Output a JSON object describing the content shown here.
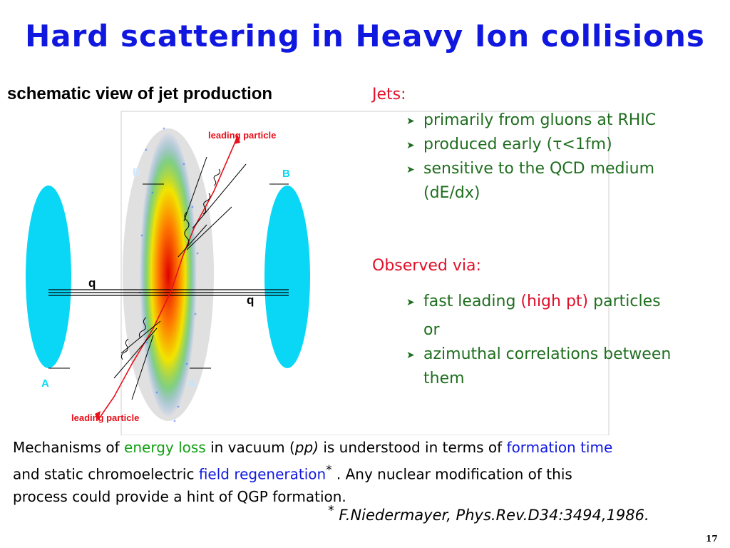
{
  "title": "Hard scattering in Heavy Ion collisions",
  "subtitle": "schematic view of  jet production",
  "jets": {
    "heading": "Jets:",
    "items": [
      "primarily from gluons at RHIC",
      "produced early (τ<1fm)",
      "sensitive to the QCD medium",
      "(dE/dx)"
    ]
  },
  "observed": {
    "heading": "Observed via:",
    "item1_a": "fast leading ",
    "item1_b": "(high pt)",
    "item1_c": "  particles",
    "item1_d": "or",
    "item2_a": "azimuthal correlations between",
    "item2_b": "them"
  },
  "diagram": {
    "label_leading_top": "leading particle",
    "label_leading_bottom": "leading particle",
    "label_B_left": "B",
    "label_B_right": "B",
    "label_A_left": "A",
    "label_A_right": "A",
    "label_q_left": "q",
    "label_q_right": "q",
    "colors": {
      "nucleus": "#0ad7f5",
      "red_track": "#e8101a",
      "halo": "#dcdcdc"
    }
  },
  "paragraph": {
    "p1": "Mechanisms of ",
    "p2": "energy loss",
    "p3": " in vacuum (",
    "p4": "pp)",
    "p5": " is understood in terms of ",
    "p6": "formation time",
    "p7": "and static chromoelectric ",
    "p8": "field regeneration",
    "p9": "*",
    "p10": " . Any nuclear modification of this",
    "p11": "process could provide a hint of QGP formation."
  },
  "reference": {
    "star": "*",
    "text": " F.Niedermayer,  Phys.Rev.D34:3494,1986."
  },
  "page_number": "17"
}
